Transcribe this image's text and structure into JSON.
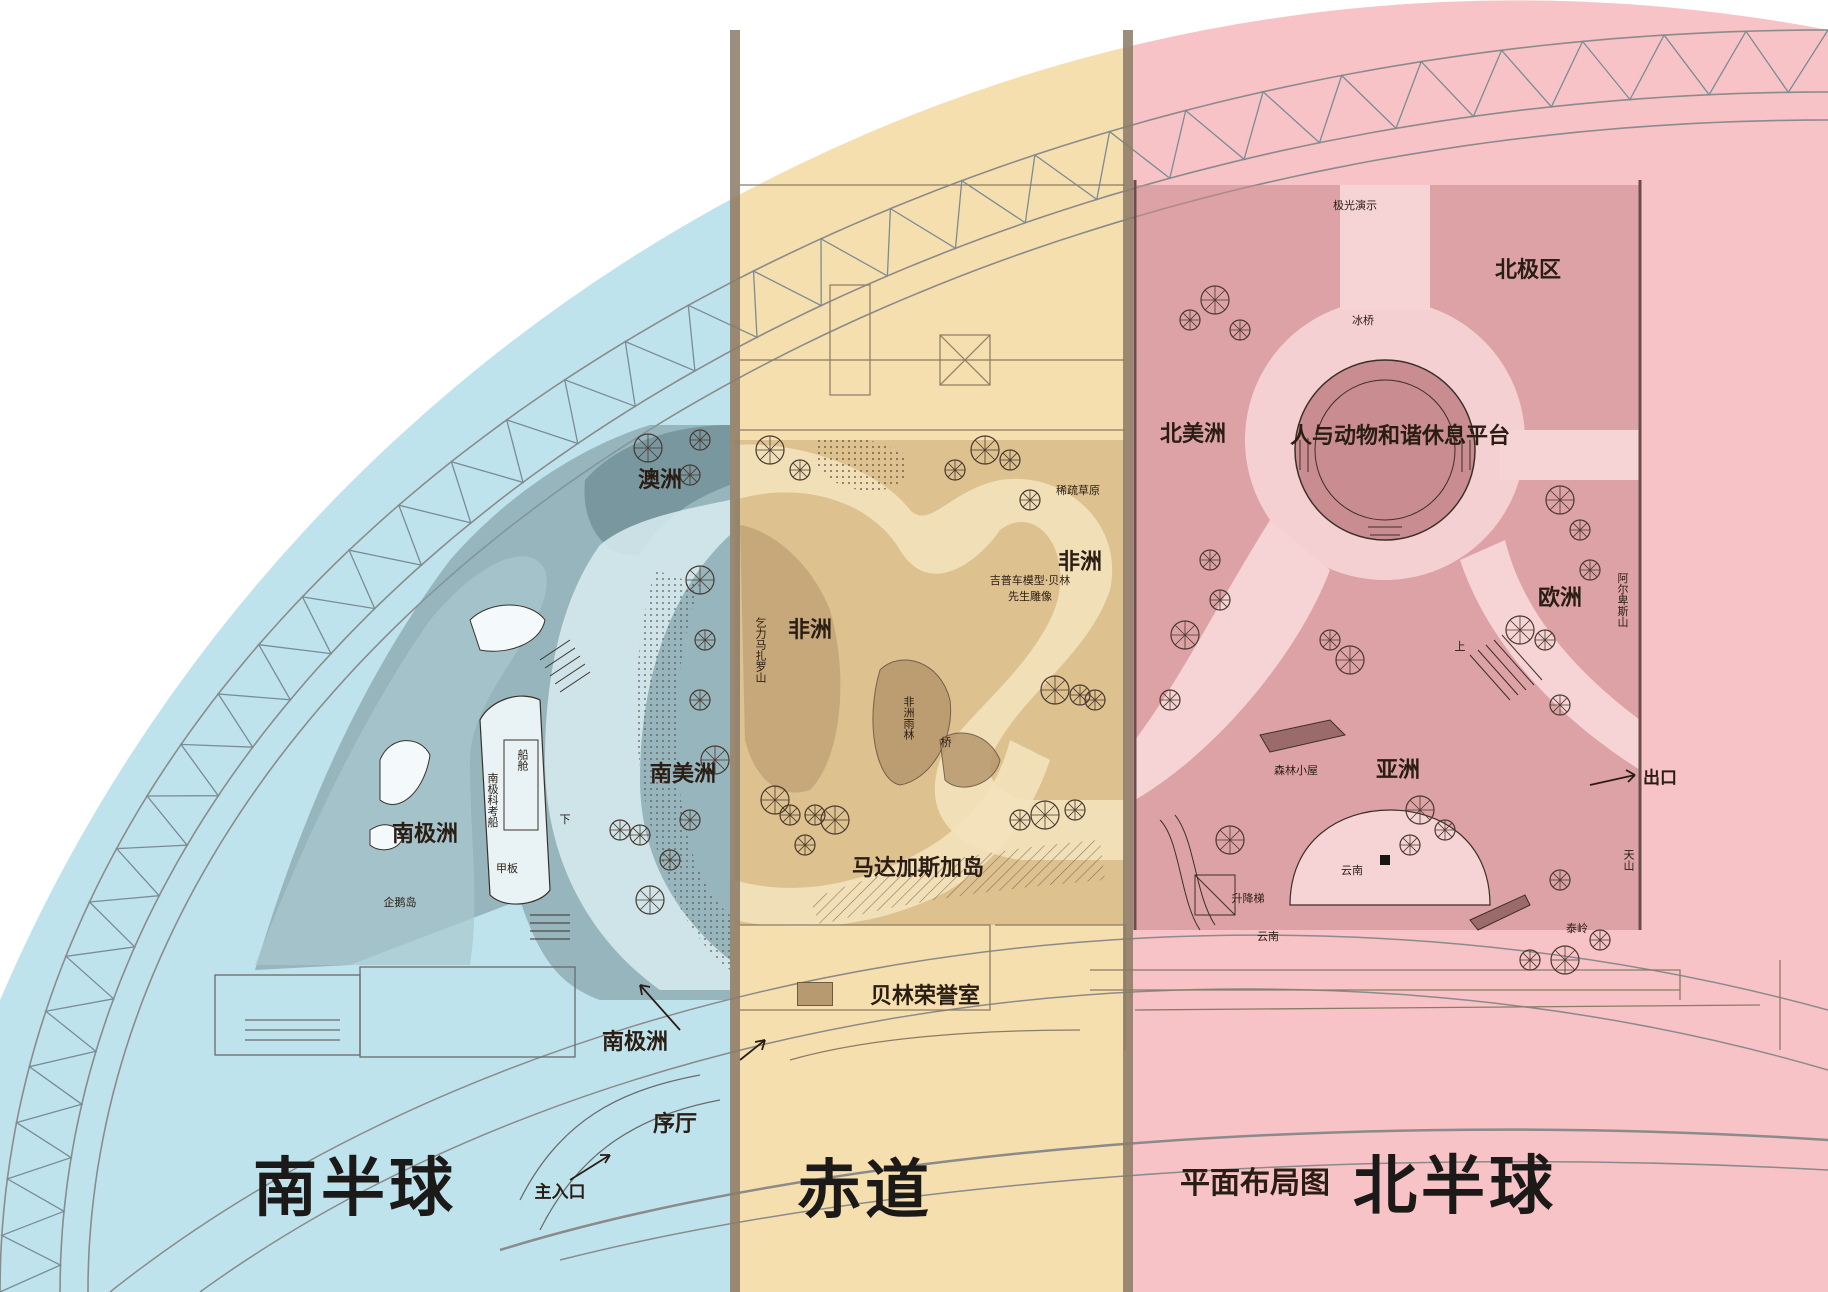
{
  "zones": {
    "south": {
      "label": "南半球",
      "color": "#bfe3ec"
    },
    "equator": {
      "label": "赤道",
      "color": "#f6dfae"
    },
    "north": {
      "label": "北半球",
      "color": "#f7c3c6"
    }
  },
  "title": "平面布局图",
  "legend": {
    "label": "贝林荣誉室",
    "swatch_color": "#b79a70"
  },
  "south_labels": {
    "oceania": "澳洲",
    "antarctica": "南极洲",
    "south_america": "南美洲",
    "antarctica_lower": "南极洲",
    "lobby": "序厅",
    "main_entrance": "主入口",
    "ship": "南极科考船",
    "deck": "船舱",
    "platform": "甲板",
    "down": "下",
    "penguin": "企鹅岛"
  },
  "equator_labels": {
    "africa_left": "非洲",
    "africa_right": "非洲",
    "kilimanjaro": "乞力马扎罗山",
    "grassland": "稀疏草原",
    "statue": "吉普车模型·贝林先生雕像",
    "rainforest": "非洲雨林",
    "madagascar": "马达加斯加岛",
    "small": "桥"
  },
  "north_labels": {
    "aurora": "极光演示",
    "arctic": "北极区",
    "ice": "冰桥",
    "north_america": "北美洲",
    "platform": "人与动物和谐休息平台",
    "europe": "欧洲",
    "alps": "阿尔卑斯山",
    "asia": "亚洲",
    "cabin": "森林小屋",
    "yunnan": "云南",
    "yunnan2": "云南",
    "lift": "升降梯",
    "taishan": "泰岭",
    "tianshan": "天山",
    "up": "上",
    "exit": "出口"
  },
  "colors": {
    "arc_stroke": "#8b8b8b",
    "truss_stroke": "#7a8c96",
    "ink": "#3b3028",
    "south_dark": "#7f9da4",
    "south_mid": "#a9c8cf",
    "equator_dark": "#c9a876",
    "equator_path": "#f3e2bd",
    "north_dark": "#c98c90",
    "north_path": "#f6d3d4",
    "divider": "#8a7b66",
    "tree": "#4a3a30"
  }
}
